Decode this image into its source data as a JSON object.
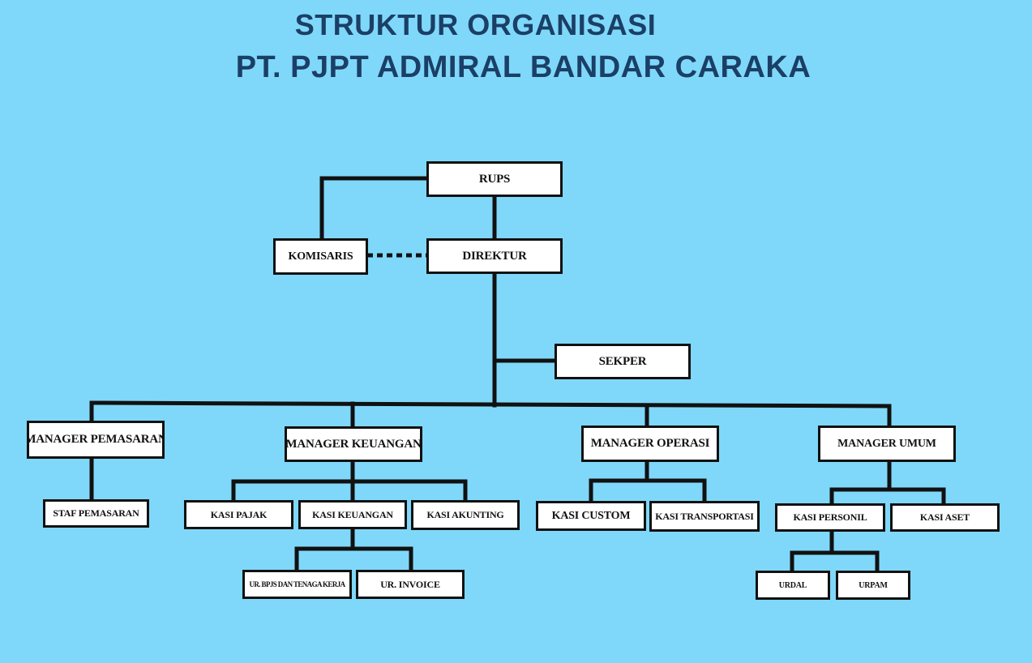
{
  "title": {
    "line1": "STRUKTUR ORGANISASI",
    "line2": "PT. PJPT ADMIRAL BANDAR CARAKA"
  },
  "boxes": {
    "rups": "RUPS",
    "direktur": "DIREKTUR",
    "komisaris": "KOMISARIS",
    "sekper": "SEKPER",
    "manager_pemasaran": "MANAGER PEMASARAN",
    "manager_keuangan": "MANAGER KEUANGAN",
    "manager_operasi": "MANAGER OPERASI",
    "manager_umum": "MANAGER UMUM",
    "staf_pemasaran": "STAF PEMASARAN",
    "kasi_pajak": "KASI PAJAK",
    "kasi_keuangan": "KASI KEUANGAN",
    "kasi_akunting": "KASI AKUNTING",
    "kasi_custom": "KASI CUSTOM",
    "kasi_transportasi": "KASI TRANSPORTASI",
    "kasi_personil": "KASI PERSONIL",
    "kasi_aset": "KASI ASET",
    "ur_bpjs": "UR. BPJS DAN TENAGA KERJA",
    "ur_invoice": "UR. INVOICE",
    "urdal": "URDAL",
    "urpam": "URPAM"
  },
  "colors": {
    "background": "#7fd8f9",
    "title": "#1b3f66",
    "line": "#111111",
    "box_fill": "#ffffff"
  }
}
